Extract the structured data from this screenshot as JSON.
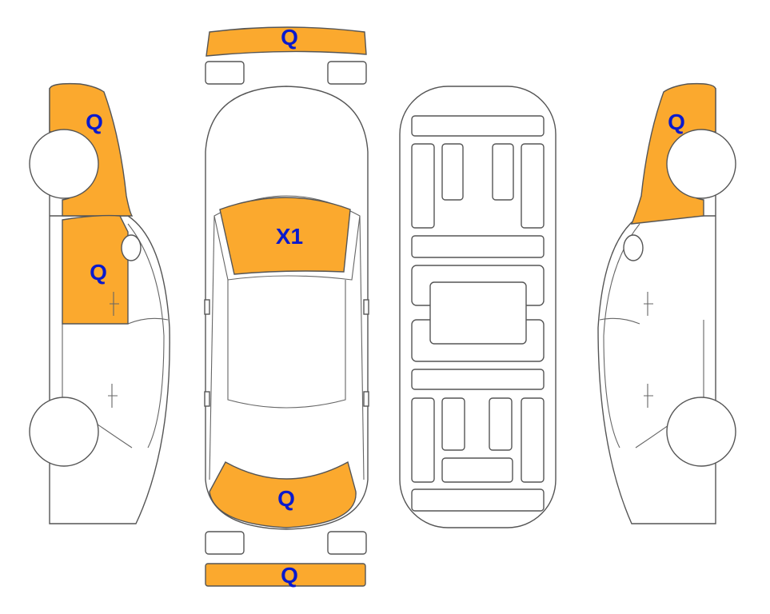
{
  "colors": {
    "damage_fill": "#FBA92E",
    "label": "#0A1ACC",
    "outline": "#555555"
  },
  "labels": {
    "front_bumper": "Q",
    "left_front_fender": "Q",
    "left_front_door": "Q",
    "windshield": "X1",
    "rear_trunk": "Q",
    "rear_bumper": "Q",
    "right_front_fender": "Q"
  }
}
